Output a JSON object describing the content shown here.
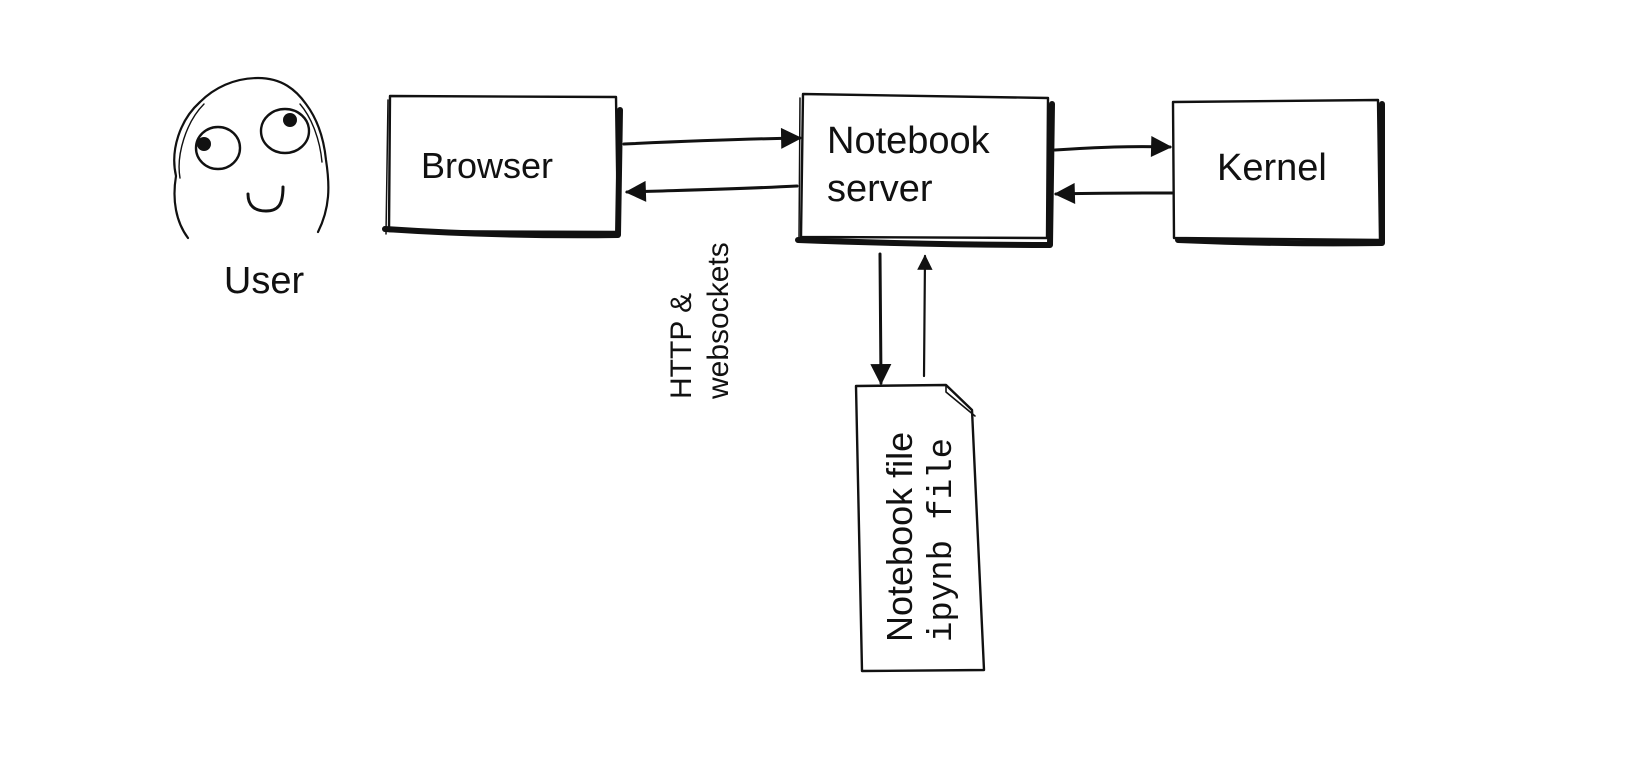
{
  "nodes": {
    "user": {
      "label": "User"
    },
    "browser": {
      "label": "Browser"
    },
    "notebook_server": {
      "label_line1": "Notebook",
      "label_line2": "server"
    },
    "kernel": {
      "label": "Kernel"
    },
    "notebook_file": {
      "label_line1": "Notebook file",
      "label_line2": "ipynb file"
    }
  },
  "edges": {
    "browser_server_label_line1": "HTTP &",
    "browser_server_label_line2": "websockets"
  },
  "icons": {
    "user": "face-icon"
  }
}
